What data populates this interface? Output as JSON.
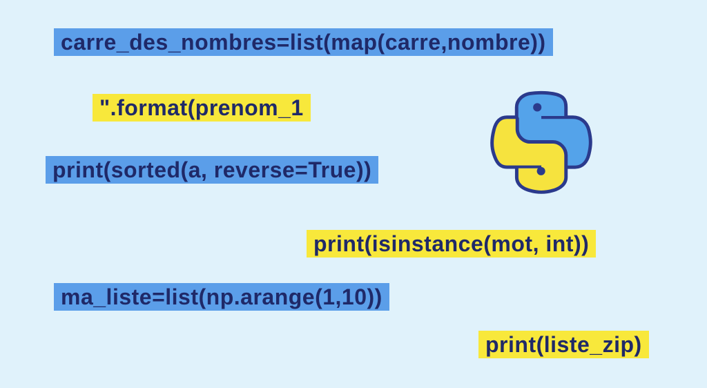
{
  "canvas": {
    "description": "Light blue banner graphic with highlighted Python code snippets and a flat-style Python logo"
  },
  "colors": {
    "background": "#e0f2fb",
    "blue_highlight": "#5b9ee9",
    "yellow_highlight": "#f8e83b",
    "text": "#1f2968",
    "logo_outline": "#2b3a8c",
    "logo_blue": "#54a3ea",
    "logo_yellow": "#f6e33e"
  },
  "snippets": [
    {
      "text": "carre_des_nombres=list(map(carre,nombre))",
      "highlight": "blue"
    },
    {
      "text": "\".format(prenom_1",
      "highlight": "yellow"
    },
    {
      "text": "print(sorted(a, reverse=True))",
      "highlight": "blue"
    },
    {
      "text": "print(isinstance(mot, int))",
      "highlight": "yellow"
    },
    {
      "text": "ma_liste=list(np.arange(1,10))",
      "highlight": "blue"
    },
    {
      "text": "print(liste_zip)",
      "highlight": "yellow"
    }
  ],
  "logo": {
    "icon": "python-logo"
  }
}
